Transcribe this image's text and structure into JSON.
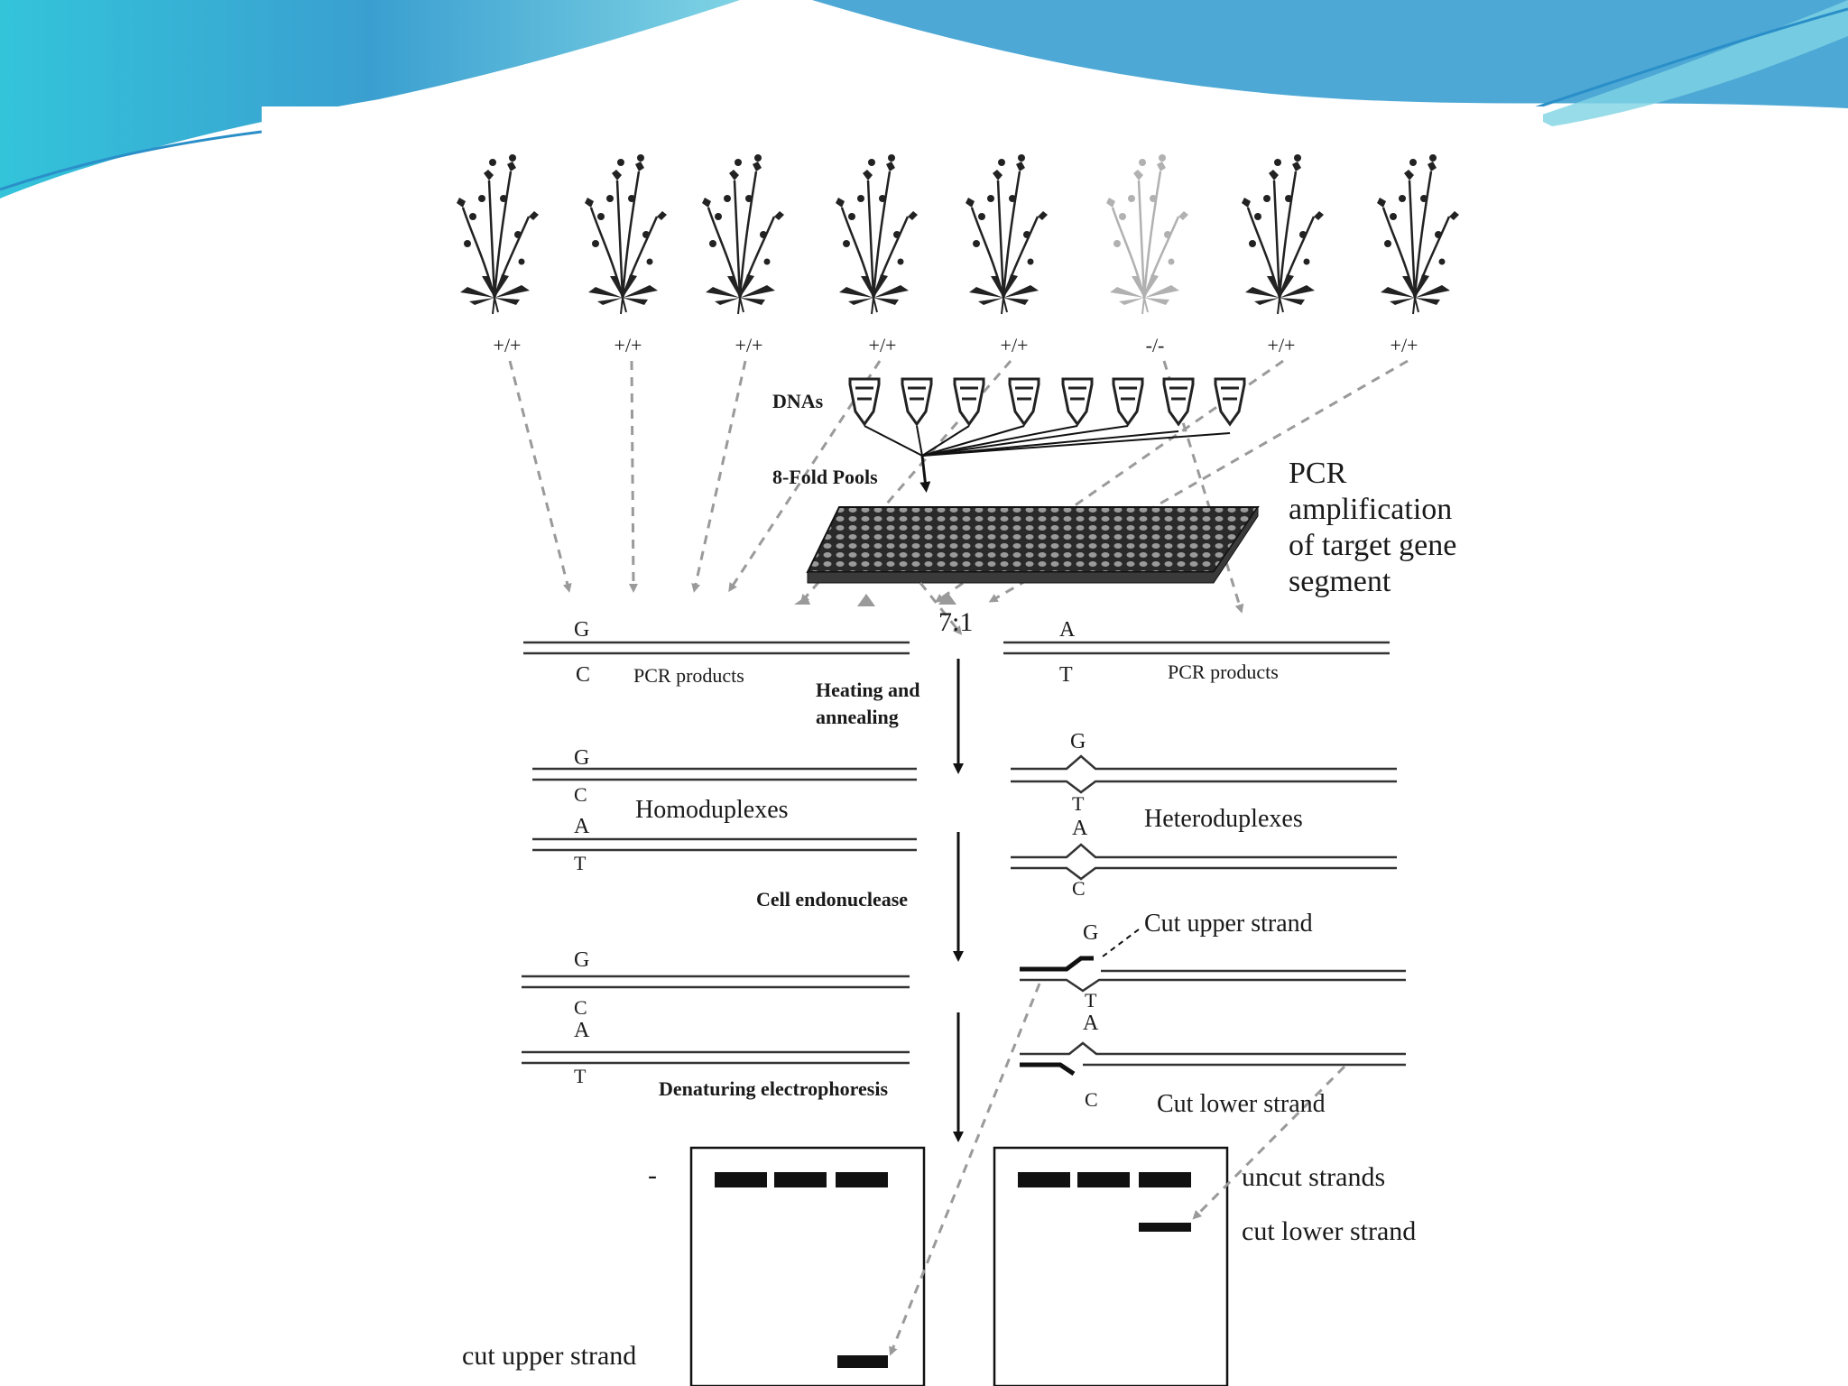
{
  "colors": {
    "header_cyan": "#3fc6dc",
    "header_blue": "#2a8fc8",
    "arrow_gray": "#9a9a9a",
    "ink": "#111111"
  },
  "plants": {
    "genotypes": [
      "+/+",
      "+/+",
      "+/+",
      "+/+",
      "+/+",
      "-/-",
      "+/+",
      "+/+"
    ]
  },
  "steps": {
    "dnas": "DNAs",
    "pools": "8-Fold Pools",
    "pcr_title": [
      "PCR",
      "amplification",
      "of target gene",
      "segment"
    ],
    "ratio": "7:1",
    "pcr_products_left": "PCR  products",
    "pcr_products_right": "PCR  products",
    "heating": [
      "Heating and",
      "annealing"
    ],
    "homoduplexes": "Homoduplexes",
    "heteroduplexes": "Heteroduplexes",
    "endonuclease": "Cell endonuclease",
    "cut_upper": "Cut upper strand",
    "cut_lower": "Cut lower strand",
    "electrophoresis": "Denaturing electrophoresis"
  },
  "bases": {
    "left_top": "G",
    "left_bottom": "C",
    "right_top": "A",
    "right_bottom": "T",
    "homo_1": "G",
    "homo_2": "C",
    "homo_3": "A",
    "homo_4": "T",
    "hetero_1": "G",
    "hetero_2": "T",
    "hetero_3": "A",
    "hetero_4": "C",
    "cut_l1": "G",
    "cut_l2": "C",
    "cut_l3": "A",
    "cut_l4": "T",
    "cut_r1": "G",
    "cut_r2": "T",
    "cut_r3": "A",
    "cut_r4": "C"
  },
  "gel": {
    "minus": "-",
    "uncut": "uncut strands",
    "cut_lower": "cut lower strand",
    "cut_upper": "cut upper strand"
  }
}
